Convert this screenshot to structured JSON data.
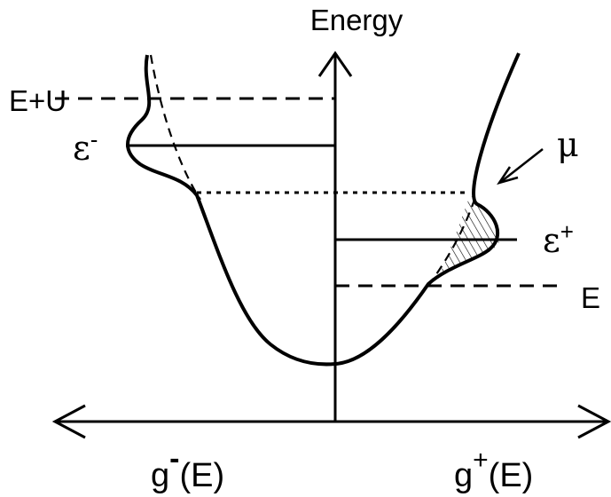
{
  "diagram": {
    "axis_label": "Energy",
    "levels": {
      "e_plus_u": "E+U",
      "epsilon_minus_symbol": "ε",
      "epsilon_minus_sup": "-",
      "epsilon_plus_symbol": "ε",
      "epsilon_plus_sup": "+",
      "e": "E",
      "mu": "μ"
    },
    "x_labels": {
      "left_base": "g",
      "left_sup": "-",
      "left_arg": "(E)",
      "right_base": "g",
      "right_sup": "+",
      "right_arg": "(E)"
    }
  }
}
